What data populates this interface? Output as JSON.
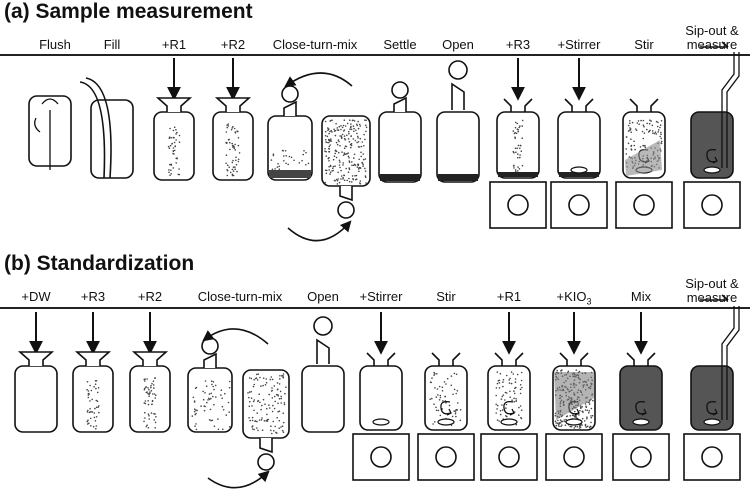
{
  "panel_a": {
    "title": "(a) Sample measurement",
    "steps": [
      "Flush",
      "Fill",
      "+R1",
      "+R2",
      "Close-turn-mix",
      "Settle",
      "Open",
      "+R3",
      "+Stirrer",
      "Stir",
      "Sip-out &\nmeasure"
    ]
  },
  "panel_b": {
    "title": "(b) Standardization",
    "steps": [
      "+DW",
      "+R3",
      "+R2",
      "Close-turn-mix",
      "Open",
      "+Stirrer",
      "Stir",
      "+R1",
      "+KIO3",
      "Mix",
      "Sip-out &\nmeasure"
    ]
  },
  "colors": {
    "ink": "#111111",
    "dark_fill": "#555555",
    "precipitate": "#222222",
    "stipple": "#444444"
  }
}
